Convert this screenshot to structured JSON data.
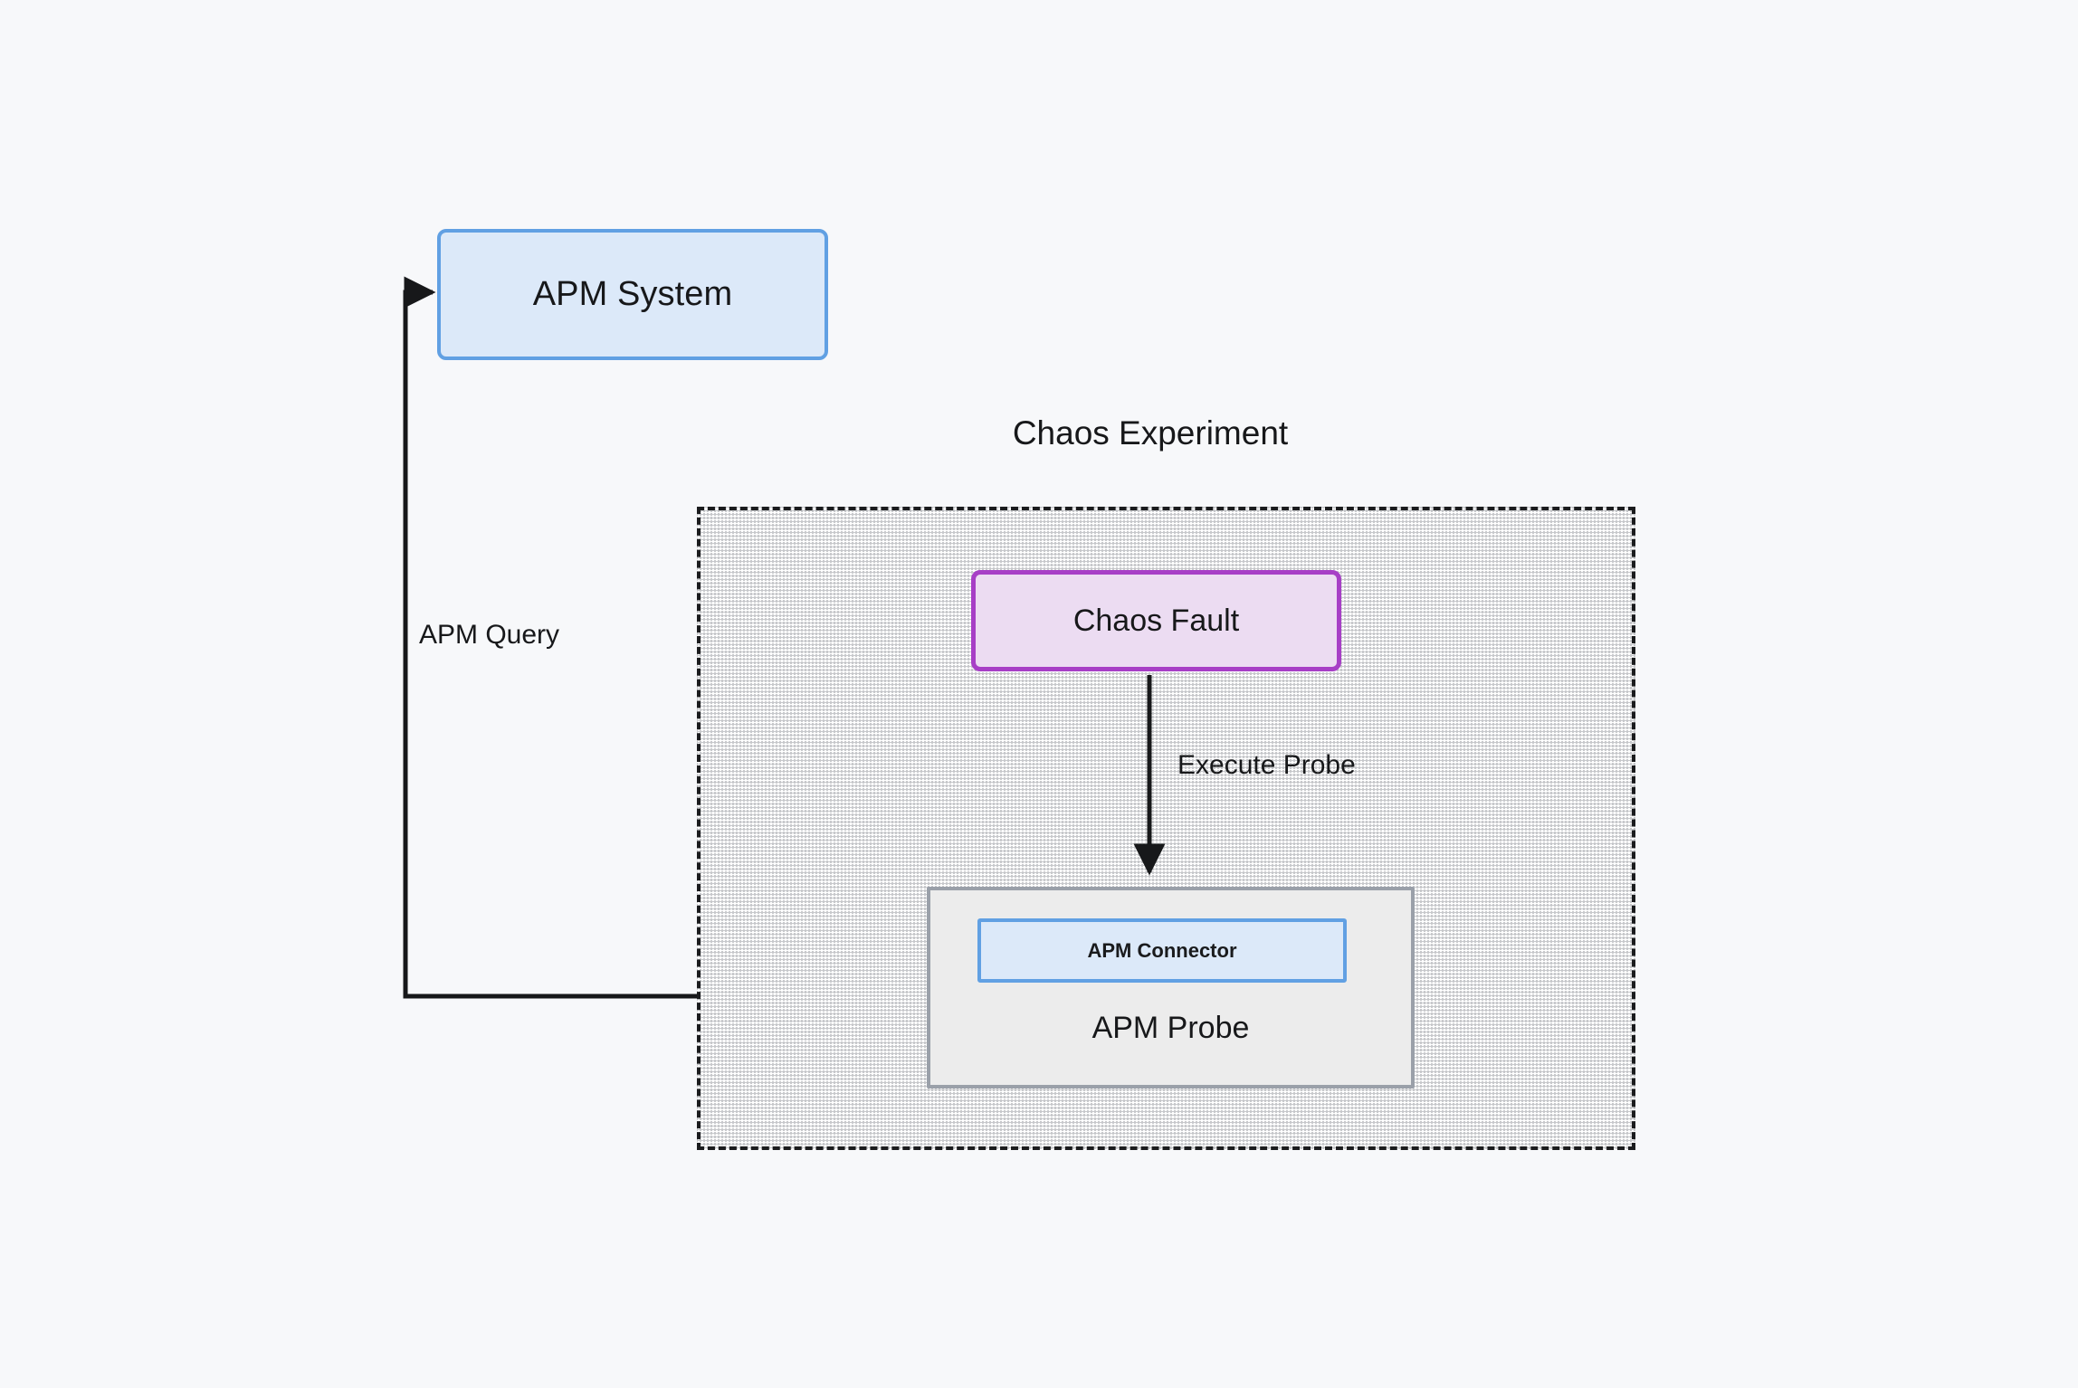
{
  "diagram": {
    "title": "Chaos Experiment",
    "background_color": "#f7f8fa",
    "nodes": {
      "apm_system": {
        "label": "APM System",
        "fill": "#dce9f9",
        "stroke": "#61a0e3"
      },
      "chaos_fault": {
        "label": "Chaos Fault",
        "fill": "#ecdcf2",
        "stroke": "#a73fc6"
      },
      "apm_probe": {
        "label": "APM Probe",
        "fill": "#ececec",
        "stroke": "#9aa0a9"
      },
      "apm_connector": {
        "label": "APM Connector",
        "fill": "#dce9f9",
        "stroke": "#61a0e3"
      }
    },
    "container": {
      "label": "Chaos Experiment",
      "border_style": "dashed",
      "border_color": "#1b1c1e",
      "fill_pattern": "diagonal-crosshatch"
    },
    "edges": [
      {
        "id": "execute-probe",
        "label": "Execute Probe",
        "from": "chaos_fault",
        "to": "apm_probe",
        "arrow": "down",
        "color": "#17181a"
      },
      {
        "id": "apm-query",
        "label": "APM Query",
        "from": "apm_probe",
        "to": "apm_system",
        "arrow": "up-left-elbow",
        "color": "#17181a"
      }
    ]
  }
}
